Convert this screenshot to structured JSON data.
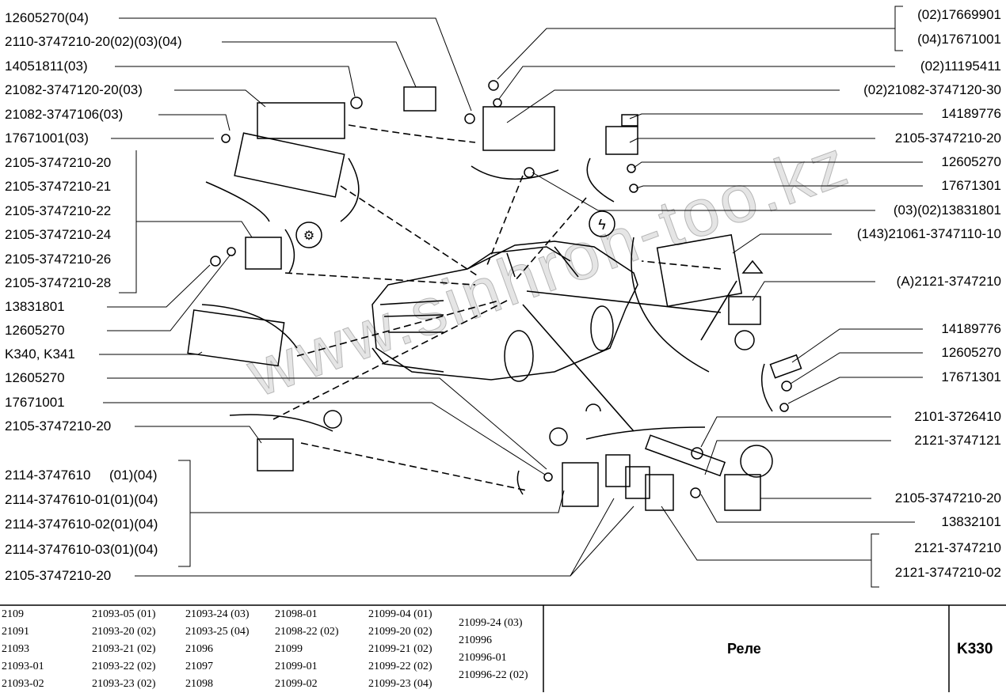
{
  "labels_left": [
    "12605270(04)",
    "2110-3747210-20(02)(03)(04)",
    "14051811(03)",
    "21082-3747120-20(03)",
    "21082-3747106(03)",
    "17671001(03)",
    "2105-3747210-20",
    "2105-3747210-21",
    "2105-3747210-22",
    "2105-3747210-24",
    "2105-3747210-26",
    "2105-3747210-28",
    "13831801",
    "12605270",
    "K340, K341",
    "12605270",
    "17671001",
    "2105-3747210-20",
    "2114-3747610     (01)(04)",
    "2114-3747610-01(01)(04)",
    "2114-3747610-02(01)(04)",
    "2114-3747610-03(01)(04)",
    "2105-3747210-20"
  ],
  "labels_right": [
    "(02)17669901",
    "(04)17671001",
    "(02)11195411",
    "(02)21082-3747120-30",
    "14189776",
    "2105-3747210-20",
    "12605270",
    "17671301",
    "(03)(02)13831801",
    "(143)21061-3747110-10",
    "(A)2121-3747210",
    "14189776",
    "12605270",
    "17671301",
    "2101-3726410",
    "2121-3747121",
    "2105-3747210-20",
    "13832101",
    "2121-3747210",
    "2121-3747210-02"
  ],
  "models": [
    [
      "2109",
      "21091",
      "21093",
      "21093-01",
      "21093-02"
    ],
    [
      "21093-05 (01)",
      "21093-20 (02)",
      "21093-21 (02)",
      "21093-22 (02)",
      "21093-23 (02)"
    ],
    [
      "21093-24 (03)",
      "21093-25 (04)",
      "21096",
      "21097",
      "21098"
    ],
    [
      "21098-01",
      "21098-22 (02)",
      "21099",
      "21099-01",
      "21099-02"
    ],
    [
      "21099-04 (01)",
      "21099-20 (02)",
      "21099-21 (02)",
      "21099-22 (02)",
      "21099-23 (04)"
    ],
    [
      "21099-24 (03)",
      "210996",
      "210996-01",
      "210996-22 (02)"
    ]
  ],
  "title": "Реле",
  "code": "K330",
  "watermark": "www.sinhron-too.kz"
}
